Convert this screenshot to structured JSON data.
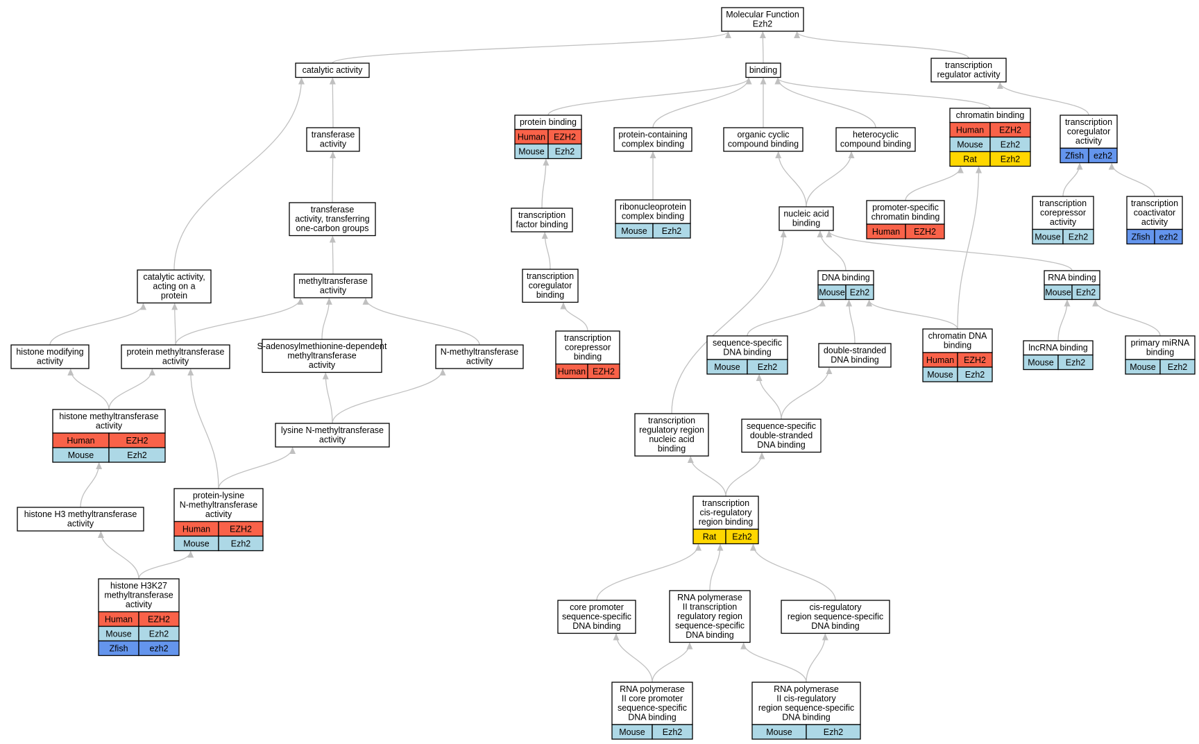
{
  "colors": {
    "Human": "#f96249",
    "Mouse": "#add8e6",
    "Rat": "#ffd700",
    "Zfish": "#6495ed"
  },
  "nodes": [
    {
      "id": "mf",
      "lines": [
        "Molecular Function",
        "Ezh2"
      ],
      "genes": []
    },
    {
      "id": "catalytic",
      "lines": [
        "catalytic activity"
      ],
      "genes": []
    },
    {
      "id": "binding",
      "lines": [
        "binding"
      ],
      "genes": []
    },
    {
      "id": "txreg",
      "lines": [
        "transcription",
        "regulator activity"
      ],
      "genes": []
    },
    {
      "id": "transferase",
      "lines": [
        "transferase",
        "activity"
      ],
      "genes": []
    },
    {
      "id": "protbind",
      "lines": [
        "protein binding"
      ],
      "genes": [
        [
          "Human",
          "EZH2"
        ],
        [
          "Mouse",
          "Ezh2"
        ]
      ]
    },
    {
      "id": "protcomplex",
      "lines": [
        "protein-containing",
        "complex binding"
      ],
      "genes": []
    },
    {
      "id": "orgcyc",
      "lines": [
        "organic cyclic",
        "compound binding"
      ],
      "genes": []
    },
    {
      "id": "hetcyc",
      "lines": [
        "heterocyclic",
        "compound binding"
      ],
      "genes": []
    },
    {
      "id": "chrombind",
      "lines": [
        "chromatin binding"
      ],
      "genes": [
        [
          "Human",
          "EZH2"
        ],
        [
          "Mouse",
          "Ezh2"
        ],
        [
          "Rat",
          "Ezh2"
        ]
      ]
    },
    {
      "id": "txcoreg",
      "lines": [
        "transcription",
        "coregulator",
        "activity"
      ],
      "genes": [
        [
          "Zfish",
          "ezh2"
        ]
      ]
    },
    {
      "id": "trans1c",
      "lines": [
        "transferase",
        "activity, transferring",
        "one-carbon groups"
      ],
      "genes": []
    },
    {
      "id": "tfbind",
      "lines": [
        "transcription",
        "factor binding"
      ],
      "genes": []
    },
    {
      "id": "rnpbind",
      "lines": [
        "ribonucleoprotein",
        "complex binding"
      ],
      "genes": [
        [
          "Mouse",
          "Ezh2"
        ]
      ]
    },
    {
      "id": "nucbind",
      "lines": [
        "nucleic acid",
        "binding"
      ],
      "genes": []
    },
    {
      "id": "promchrom",
      "lines": [
        "promoter-specific",
        "chromatin binding"
      ],
      "genes": [
        [
          "Human",
          "EZH2"
        ]
      ]
    },
    {
      "id": "txcorep",
      "lines": [
        "transcription",
        "corepressor",
        "activity"
      ],
      "genes": [
        [
          "Mouse",
          "Ezh2"
        ]
      ]
    },
    {
      "id": "txcoact",
      "lines": [
        "transcription",
        "coactivator",
        "activity"
      ],
      "genes": [
        [
          "Zfish",
          "ezh2"
        ]
      ]
    },
    {
      "id": "catprot",
      "lines": [
        "catalytic activity,",
        "acting on a",
        "protein"
      ],
      "genes": []
    },
    {
      "id": "methyl",
      "lines": [
        "methyltransferase",
        "activity"
      ],
      "genes": []
    },
    {
      "id": "txcoregbind",
      "lines": [
        "transcription",
        "coregulator",
        "binding"
      ],
      "genes": []
    },
    {
      "id": "dnabind",
      "lines": [
        "DNA binding"
      ],
      "genes": [
        [
          "Mouse",
          "Ezh2"
        ]
      ]
    },
    {
      "id": "rnabind",
      "lines": [
        "RNA binding"
      ],
      "genes": [
        [
          "Mouse",
          "Ezh2"
        ]
      ]
    },
    {
      "id": "histmod",
      "lines": [
        "histone modifying",
        "activity"
      ],
      "genes": []
    },
    {
      "id": "protmeth",
      "lines": [
        "protein methyltransferase",
        "activity"
      ],
      "genes": []
    },
    {
      "id": "sam",
      "lines": [
        "S-adenosylmethionine-dependent",
        "methyltransferase",
        "activity"
      ],
      "genes": []
    },
    {
      "id": "nmeth",
      "lines": [
        "N-methyltransferase",
        "activity"
      ],
      "genes": []
    },
    {
      "id": "txcorepbind",
      "lines": [
        "transcription",
        "corepressor",
        "binding"
      ],
      "genes": [
        [
          "Human",
          "EZH2"
        ]
      ]
    },
    {
      "id": "seqdna",
      "lines": [
        "sequence-specific",
        "DNA binding"
      ],
      "genes": [
        [
          "Mouse",
          "Ezh2"
        ]
      ]
    },
    {
      "id": "dsdna",
      "lines": [
        "double-stranded",
        "DNA binding"
      ],
      "genes": []
    },
    {
      "id": "chromdna",
      "lines": [
        "chromatin DNA",
        "binding"
      ],
      "genes": [
        [
          "Human",
          "EZH2"
        ],
        [
          "Mouse",
          "Ezh2"
        ]
      ]
    },
    {
      "id": "lncrna",
      "lines": [
        "lncRNA binding"
      ],
      "genes": [
        [
          "Mouse",
          "Ezh2"
        ]
      ]
    },
    {
      "id": "mirna",
      "lines": [
        "primary miRNA",
        "binding"
      ],
      "genes": [
        [
          "Mouse",
          "Ezh2"
        ]
      ]
    },
    {
      "id": "histmeth",
      "lines": [
        "histone methyltransferase",
        "activity"
      ],
      "genes": [
        [
          "Human",
          "EZH2"
        ],
        [
          "Mouse",
          "Ezh2"
        ]
      ]
    },
    {
      "id": "lysmeth",
      "lines": [
        "lysine N-methyltransferase",
        "activity"
      ],
      "genes": []
    },
    {
      "id": "txregnuc",
      "lines": [
        "transcription",
        "regulatory region",
        "nucleic acid",
        "binding"
      ],
      "genes": []
    },
    {
      "id": "seqdsdna",
      "lines": [
        "sequence-specific",
        "double-stranded",
        "DNA binding"
      ],
      "genes": []
    },
    {
      "id": "protlys",
      "lines": [
        "protein-lysine",
        "N-methyltransferase",
        "activity"
      ],
      "genes": [
        [
          "Human",
          "EZH2"
        ],
        [
          "Mouse",
          "Ezh2"
        ]
      ]
    },
    {
      "id": "h3meth",
      "lines": [
        "histone H3 methyltransferase",
        "activity"
      ],
      "genes": []
    },
    {
      "id": "txcisreg",
      "lines": [
        "transcription",
        "cis-regulatory",
        "region binding"
      ],
      "genes": [
        [
          "Rat",
          "Ezh2"
        ]
      ]
    },
    {
      "id": "h3k27",
      "lines": [
        "histone H3K27",
        "methyltransferase",
        "activity"
      ],
      "genes": [
        [
          "Human",
          "EZH2"
        ],
        [
          "Mouse",
          "Ezh2"
        ],
        [
          "Zfish",
          "ezh2"
        ]
      ]
    },
    {
      "id": "corepromseq",
      "lines": [
        "core promoter",
        "sequence-specific",
        "DNA binding"
      ],
      "genes": []
    },
    {
      "id": "rnap2reg",
      "lines": [
        "RNA polymerase",
        "II transcription",
        "regulatory region",
        "sequence-specific",
        "DNA binding"
      ],
      "genes": []
    },
    {
      "id": "cisregseq",
      "lines": [
        "cis-regulatory",
        "region sequence-specific",
        "DNA binding"
      ],
      "genes": []
    },
    {
      "id": "rnap2core",
      "lines": [
        "RNA polymerase",
        "II core promoter",
        "sequence-specific",
        "DNA binding"
      ],
      "genes": [
        [
          "Mouse",
          "Ezh2"
        ]
      ]
    },
    {
      "id": "rnap2cis",
      "lines": [
        "RNA polymerase",
        "II cis-regulatory",
        "region sequence-specific",
        "DNA binding"
      ],
      "genes": [
        [
          "Mouse",
          "Ezh2"
        ]
      ]
    }
  ],
  "edges": [
    [
      "catalytic",
      "mf"
    ],
    [
      "binding",
      "mf"
    ],
    [
      "txreg",
      "mf"
    ],
    [
      "transferase",
      "catalytic"
    ],
    [
      "catprot",
      "catalytic"
    ],
    [
      "protbind",
      "binding"
    ],
    [
      "protcomplex",
      "binding"
    ],
    [
      "orgcyc",
      "binding"
    ],
    [
      "hetcyc",
      "binding"
    ],
    [
      "chrombind",
      "binding"
    ],
    [
      "txcoreg",
      "txreg"
    ],
    [
      "trans1c",
      "transferase"
    ],
    [
      "methyl",
      "trans1c"
    ],
    [
      "tfbind",
      "protbind"
    ],
    [
      "txcoregbind",
      "tfbind"
    ],
    [
      "txcorepbind",
      "txcoregbind"
    ],
    [
      "rnpbind",
      "protcomplex"
    ],
    [
      "nucbind",
      "orgcyc"
    ],
    [
      "nucbind",
      "hetcyc"
    ],
    [
      "promchrom",
      "chrombind"
    ],
    [
      "chromdna",
      "chrombind"
    ],
    [
      "txcorep",
      "txcoreg"
    ],
    [
      "txcoact",
      "txcoreg"
    ],
    [
      "histmod",
      "catprot"
    ],
    [
      "protmeth",
      "catprot"
    ],
    [
      "protmeth",
      "methyl"
    ],
    [
      "sam",
      "methyl"
    ],
    [
      "nmeth",
      "methyl"
    ],
    [
      "dnabind",
      "nucbind"
    ],
    [
      "rnabind",
      "nucbind"
    ],
    [
      "txregnuc",
      "nucbind"
    ],
    [
      "lncrna",
      "rnabind"
    ],
    [
      "mirna",
      "rnabind"
    ],
    [
      "seqdna",
      "dnabind"
    ],
    [
      "dsdna",
      "dnabind"
    ],
    [
      "chromdna",
      "dnabind"
    ],
    [
      "histmeth",
      "histmod"
    ],
    [
      "histmeth",
      "protmeth"
    ],
    [
      "protlys",
      "protmeth"
    ],
    [
      "lysmeth",
      "sam"
    ],
    [
      "lysmeth",
      "nmeth"
    ],
    [
      "protlys",
      "lysmeth"
    ],
    [
      "seqdsdna",
      "seqdna"
    ],
    [
      "seqdsdna",
      "dsdna"
    ],
    [
      "h3meth",
      "histmeth"
    ],
    [
      "h3k27",
      "h3meth"
    ],
    [
      "h3k27",
      "protlys"
    ],
    [
      "txcisreg",
      "txregnuc"
    ],
    [
      "txcisreg",
      "seqdsdna"
    ],
    [
      "corepromseq",
      "txcisreg"
    ],
    [
      "rnap2reg",
      "txcisreg"
    ],
    [
      "cisregseq",
      "txcisreg"
    ],
    [
      "rnap2core",
      "corepromseq"
    ],
    [
      "rnap2core",
      "rnap2reg"
    ],
    [
      "rnap2cis",
      "rnap2reg"
    ],
    [
      "rnap2cis",
      "cisregseq"
    ]
  ]
}
